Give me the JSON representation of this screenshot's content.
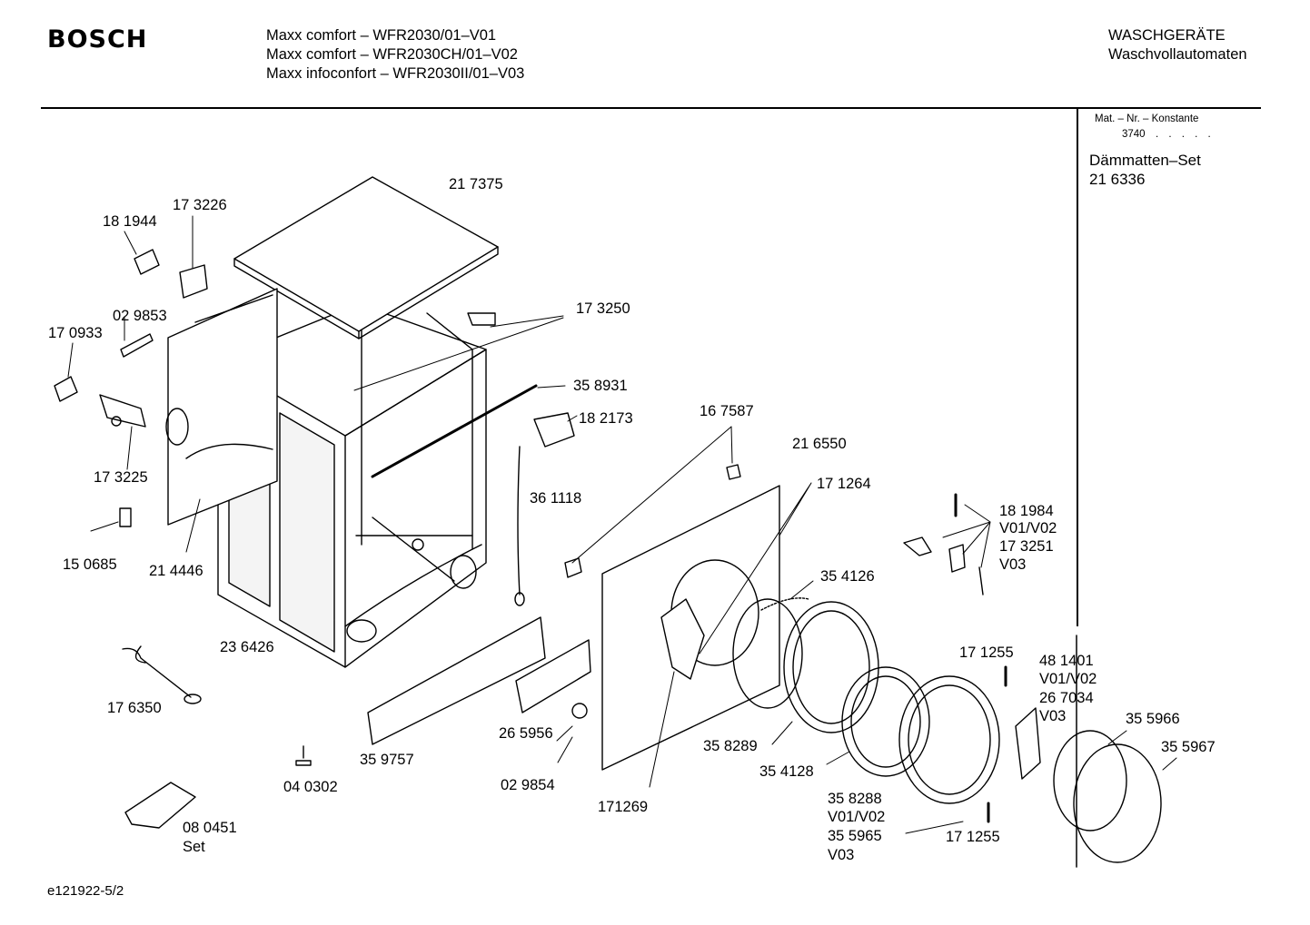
{
  "header": {
    "brand": "BOSCH",
    "models": [
      "Maxx comfort – WFR2030/01–V01",
      "Maxx comfort – WFR2030CH/01–V02",
      "Maxx infoconfort – WFR2030II/01–V03"
    ],
    "category": "WASCHGERÄTE",
    "subcategory": "Waschvollautomaten"
  },
  "sidebar": {
    "mat_label": "Mat. – Nr. – Konstante",
    "mat_constant": "3740",
    "mat_dots": ". . . . .",
    "set_name": "Dämmatten–Set",
    "set_number": "21 6336"
  },
  "parts": [
    {
      "id": "p217375",
      "text": "21 7375"
    },
    {
      "id": "p173226",
      "text": "17 3226"
    },
    {
      "id": "p181944",
      "text": "18 1944"
    },
    {
      "id": "p029853",
      "text": "02 9853"
    },
    {
      "id": "p170933",
      "text": "17 0933"
    },
    {
      "id": "p173250",
      "text": "17 3250"
    },
    {
      "id": "p358931",
      "text": "35 8931"
    },
    {
      "id": "p182173",
      "text": "18 2173"
    },
    {
      "id": "p173225",
      "text": "17 3225"
    },
    {
      "id": "p361118",
      "text": "36 1118"
    },
    {
      "id": "p167587",
      "text": "16 7587"
    },
    {
      "id": "p216550",
      "text": "21 6550"
    },
    {
      "id": "p171264",
      "text": "17 1264"
    },
    {
      "id": "p181984",
      "text": "18 1984"
    },
    {
      "id": "v0102a",
      "text": "V01/V02"
    },
    {
      "id": "p173251",
      "text": "17 3251"
    },
    {
      "id": "v03a",
      "text": "V03"
    },
    {
      "id": "p150685",
      "text": "15 0685"
    },
    {
      "id": "p214446",
      "text": "21 4446"
    },
    {
      "id": "p354126",
      "text": "35 4126"
    },
    {
      "id": "p236426",
      "text": "23 6426"
    },
    {
      "id": "p171255a",
      "text": "17 1255"
    },
    {
      "id": "p481401",
      "text": "48 1401"
    },
    {
      "id": "v0102b",
      "text": "V01/V02"
    },
    {
      "id": "p267034",
      "text": "26 7034"
    },
    {
      "id": "v03b",
      "text": "V03"
    },
    {
      "id": "p176350",
      "text": "17 6350"
    },
    {
      "id": "p355966",
      "text": "35 5966"
    },
    {
      "id": "p265956",
      "text": "26 5956"
    },
    {
      "id": "p358289",
      "text": "35 8289"
    },
    {
      "id": "p355967",
      "text": "35 5967"
    },
    {
      "id": "p359757",
      "text": "35 9757"
    },
    {
      "id": "p354128",
      "text": "35 4128"
    },
    {
      "id": "p040302",
      "text": "04 0302"
    },
    {
      "id": "p029854",
      "text": "02 9854"
    },
    {
      "id": "p171269",
      "text": "171269"
    },
    {
      "id": "p358288",
      "text": "35 8288"
    },
    {
      "id": "v0102c",
      "text": "V01/V02"
    },
    {
      "id": "p355965",
      "text": "35 5965"
    },
    {
      "id": "v03c",
      "text": "V03"
    },
    {
      "id": "p171255b",
      "text": "17 1255"
    },
    {
      "id": "p080451",
      "text": "08 0451"
    },
    {
      "id": "set080451",
      "text": "Set"
    }
  ],
  "footer": {
    "drawing_id": "e121922-5/2"
  }
}
